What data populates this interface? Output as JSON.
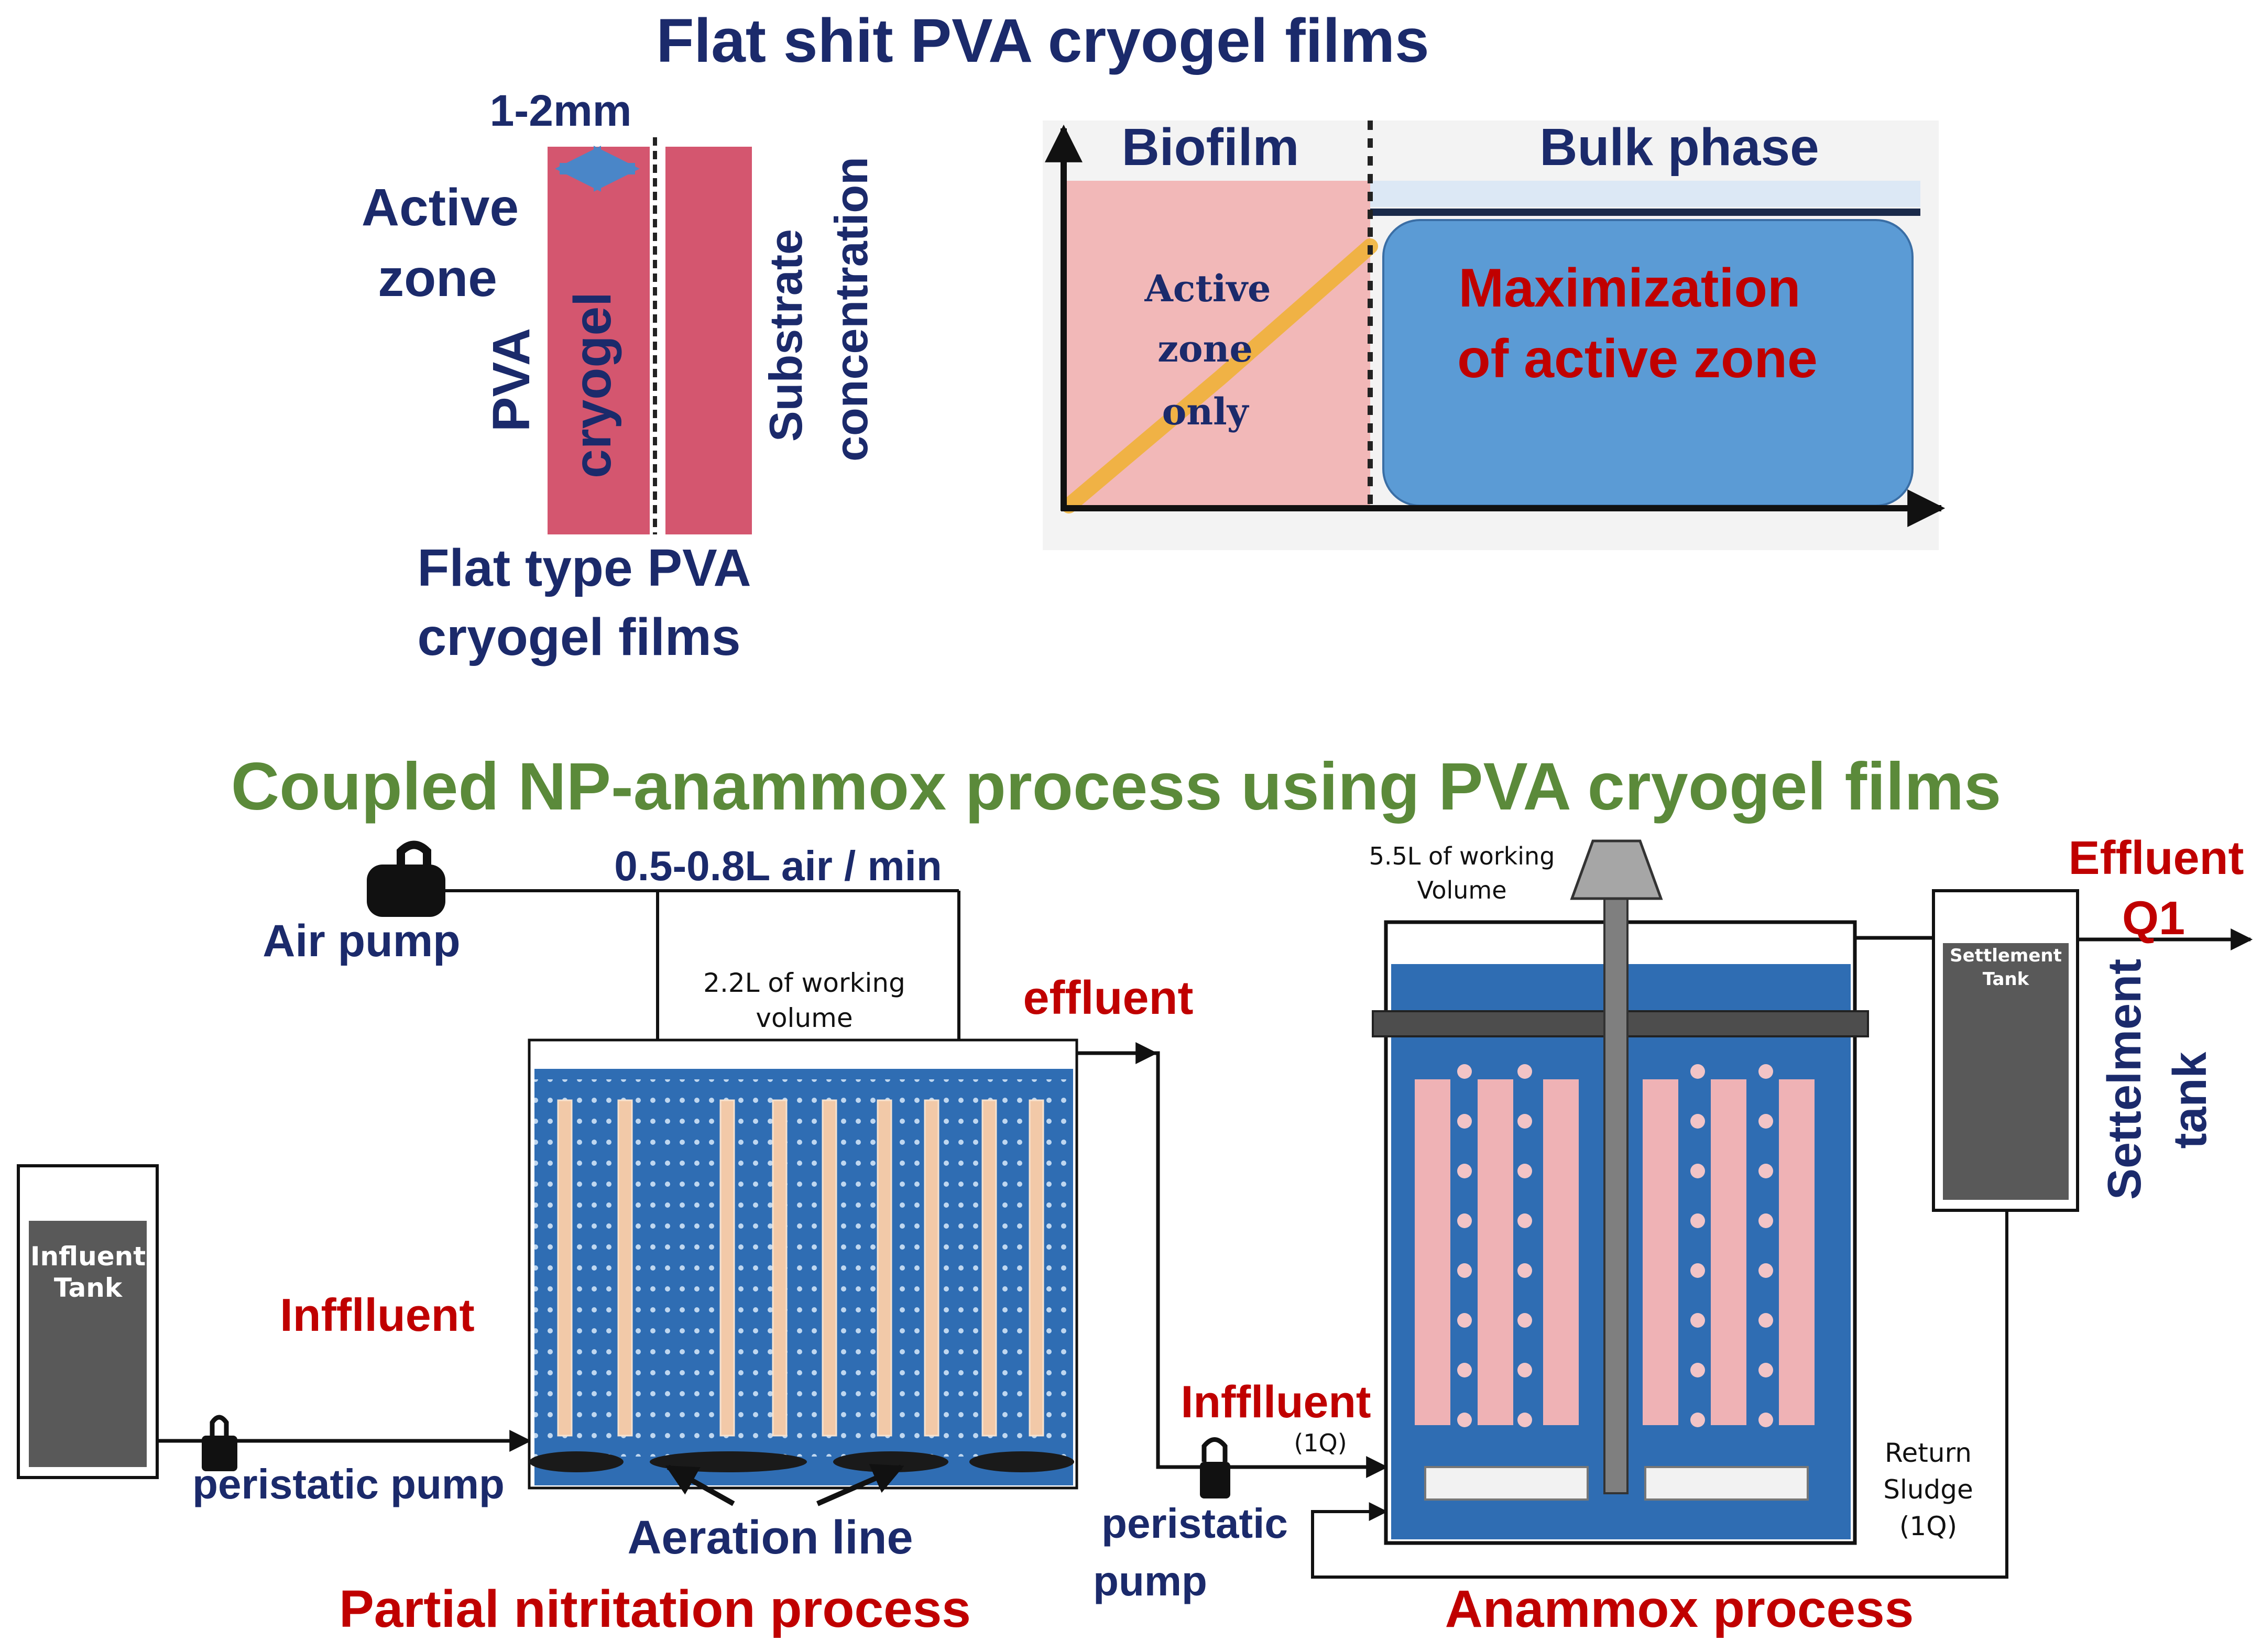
{
  "title_top": "Flat shit PVA cryogel films",
  "film": {
    "thickness": "1-2mm",
    "active_zone_line1": "Active",
    "active_zone_line2": "zone",
    "pva": "PVA",
    "cryogel": "cryogel",
    "substrate_line1": "Substrate",
    "substrate_line2": "concentration",
    "caption_line1": "Flat type PVA",
    "caption_line2": "cryogel films"
  },
  "graph": {
    "biofilm": "Biofilm",
    "bulk": "Bulk phase",
    "active_line1": "Active",
    "active_line2": "zone",
    "active_line3": "only",
    "max_line1": "Maximization",
    "max_line2": "of active zone"
  },
  "title_bottom": "Coupled NP-anammox process using PVA cryogel films",
  "process": {
    "air_rate": "0.5-0.8L air / min",
    "air_pump": "Air pump",
    "pn_volume_line1": "2.2L of working",
    "pn_volume_line2": "volume",
    "effluent_mid": "effluent",
    "influent_tank_line1": "Influent",
    "influent_tank_line2": "Tank",
    "influent_left": "Infflluent",
    "peristatic_left": "peristatic pump",
    "aeration_line": "Aeration line",
    "partial_nitritation": "Partial nitritation process",
    "influent_mid": "Infflluent",
    "one_q": "(1Q)",
    "peristatic_mid_line1": "peristatic",
    "peristatic_mid_line2": "pump",
    "an_volume_line1": "5.5L of working",
    "an_volume_line2": "Volume",
    "anammox": "Anammox process",
    "return_line1": "Return",
    "return_line2": "Sludge",
    "return_line3": "(1Q)",
    "settle_tank_line1": "Settlement",
    "settle_tank_line2": "Tank",
    "effluent_right": "Effluent",
    "q1": "Q1",
    "settlement_line1": "Settelment",
    "settlement_line2": "tank"
  },
  "colors": {
    "navy": "#1b2a6b",
    "red": "#c00000",
    "green": "#5b8a3a",
    "film_pink": "#d4566f",
    "reactor_blue": "#2f6db3",
    "bulk_blue": "#5b9bd5",
    "biofilm_pink": "#f2b8b8",
    "carrier_pink": "#efb2b5"
  }
}
